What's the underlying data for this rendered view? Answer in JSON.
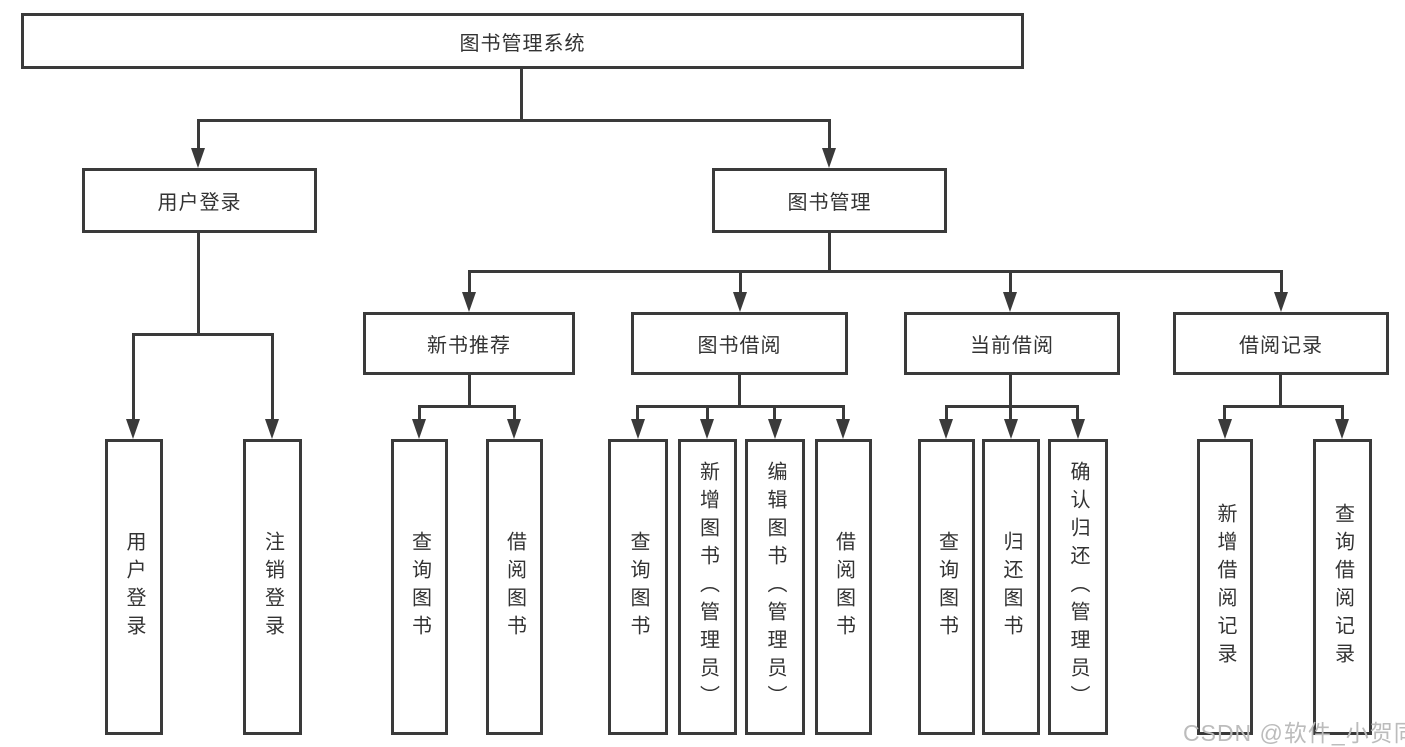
{
  "colors": {
    "line": "#3a3a3a",
    "text": "#333333",
    "box_background": "#ffffff",
    "page_background": "#ffffff",
    "watermark": "#bcbcbc"
  },
  "diagram": {
    "root": {
      "label": "图书管理系统"
    },
    "branches": {
      "user_login": {
        "label": "用户登录"
      },
      "book_management": {
        "label": "图书管理"
      }
    },
    "modules": {
      "new_book_recommend": {
        "label": "新书推荐"
      },
      "book_borrowing": {
        "label": "图书借阅"
      },
      "current_borrowing": {
        "label": "当前借阅"
      },
      "borrowing_records": {
        "label": "借阅记录"
      }
    },
    "functions": {
      "user_login": {
        "label": "用户登录"
      },
      "logout": {
        "label": "注销登录"
      },
      "recommend_query_books": {
        "label": "查询图书"
      },
      "recommend_borrow_books": {
        "label": "借阅图书"
      },
      "borrowing_query_books": {
        "label": "查询图书"
      },
      "borrowing_add_books": {
        "label": "新增图书（管理员）"
      },
      "borrowing_edit_books": {
        "label": "编辑图书（管理员）"
      },
      "borrowing_borrow_books": {
        "label": "借阅图书"
      },
      "current_query_books": {
        "label": "查询图书"
      },
      "current_return_books": {
        "label": "归还图书"
      },
      "current_confirm_return": {
        "label": "确认归还（管理员）"
      },
      "records_add_record": {
        "label": "新增借阅记录"
      },
      "records_query_record": {
        "label": "查询借阅记录"
      }
    }
  },
  "watermark": {
    "text": "CSDN @软件_小贺同学"
  }
}
